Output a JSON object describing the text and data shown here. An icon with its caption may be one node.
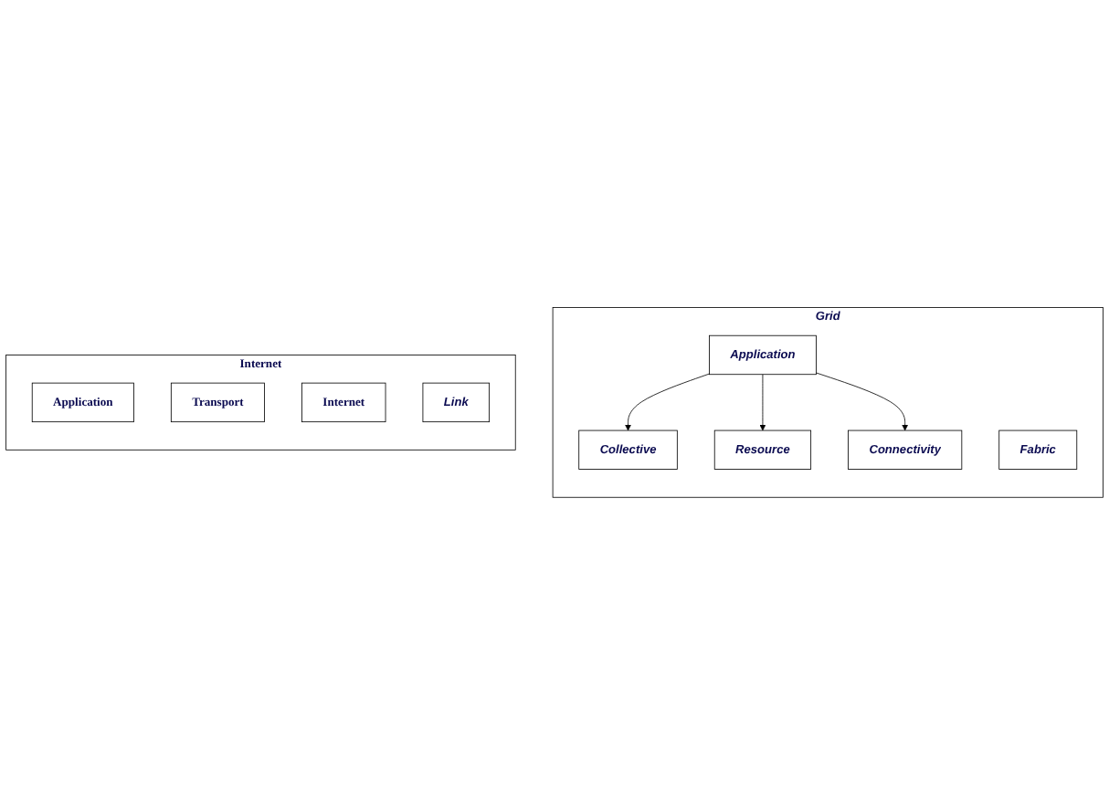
{
  "diagram": {
    "nodes": [
      {
        "text": [
          "Grid"
        ]
      },
      {
        "text": [
          "Application"
        ],
        "in": 0
      },
      {
        "text": [
          "Collective"
        ],
        "in": 0
      },
      {
        "text": [
          "Resource"
        ],
        "in": 0
      },
      {
        "text": [
          "Connectivity"
        ],
        "in": 0
      },
      {
        "text": [
          "Fabric"
        ],
        "in": 0
      },
      {
        "text": [
          "Internet"
        ]
      },
      {
        "text": [
          "Application"
        ],
        "in": 6
      },
      {
        "text": [
          "Transport"
        ],
        "in": 6
      },
      {
        "text": [
          "Internet"
        ],
        "in": 6
      },
      {
        "text": [
          "Link"
        ],
        "in": 6
      }
    ],
    "edges": [
      {
        "from": 1,
        "to": 2,
        "arrow": "to"
      },
      {
        "from": 1,
        "to": 3,
        "arrow": "to"
      },
      {
        "from": 1,
        "to": 4,
        "arrow": "to"
      }
    ]
  }
}
